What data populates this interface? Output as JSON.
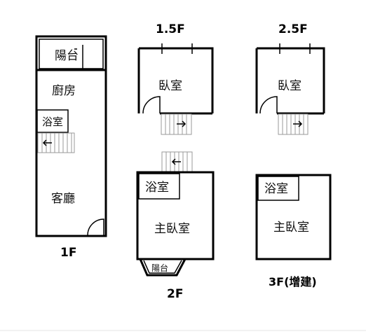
{
  "floors": {
    "f1": {
      "label": "1F",
      "balcony": "陽台",
      "kitchen": "廚房",
      "bath": "浴室",
      "living": "客廳"
    },
    "f15": {
      "label": "1.5F",
      "bedroom": "臥室"
    },
    "f25": {
      "label": "2.5F",
      "bedroom": "臥室"
    },
    "f2": {
      "label": "2F",
      "bath": "浴室",
      "master": "主臥室",
      "balcony": "陽台"
    },
    "f3": {
      "label": "3F(增建)",
      "bath": "浴室",
      "master": "主臥室"
    }
  }
}
